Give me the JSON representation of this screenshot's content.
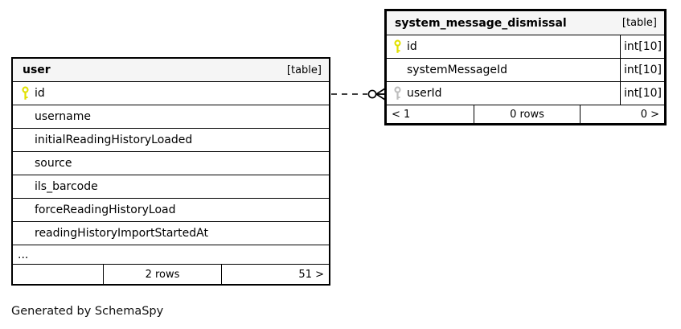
{
  "caption": "Generated by SchemaSpy",
  "colors": {
    "header_bg": "#f5f5f5",
    "border": "#000000",
    "primary_key_icon": "#e1e100",
    "foreign_key_icon": "#bdbdbd"
  },
  "user_table": {
    "name": "user",
    "type_label": "[table]",
    "columns": [
      "id",
      "username",
      "initialReadingHistoryLoaded",
      "source",
      "ils_barcode",
      "forceReadingHistoryLoad",
      "readingHistoryImportStartedAt"
    ],
    "ellipsis": "...",
    "footer": {
      "left": "",
      "center": "2 rows",
      "right": "51 >"
    }
  },
  "smd_table": {
    "name": "system_message_dismissal",
    "type_label": "[table]",
    "columns": [
      {
        "name": "id",
        "type": "int[10]"
      },
      {
        "name": "systemMessageId",
        "type": "int[10]"
      },
      {
        "name": "userId",
        "type": "int[10]"
      }
    ],
    "footer": {
      "left": "< 1",
      "center": "0 rows",
      "right": "0 >"
    }
  }
}
